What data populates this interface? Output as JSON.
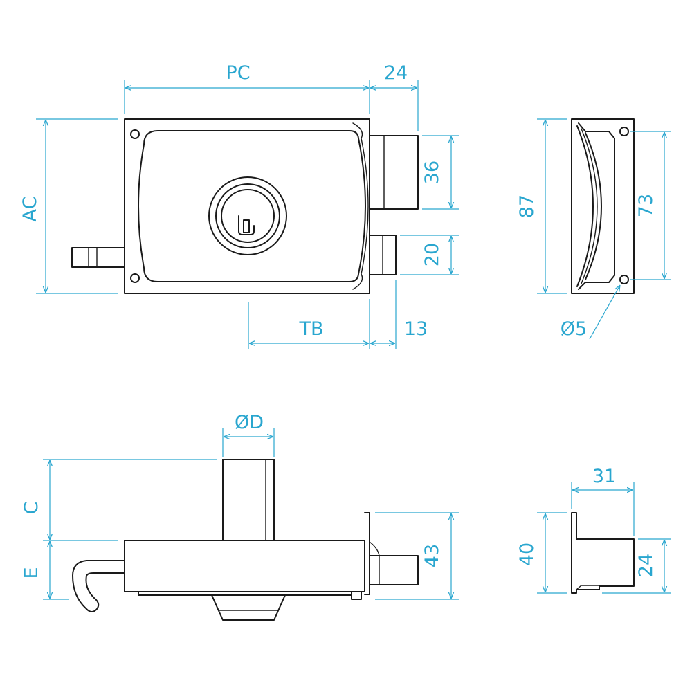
{
  "colors": {
    "outline": "#1a1a1a",
    "dimension": "#29a6cf",
    "background": "#ffffff"
  },
  "front_view": {
    "width_label": "PC",
    "bolt_projection_label": "24",
    "height_label": "AC",
    "bolt_height_label": "36",
    "latch_height_label": "20",
    "backset_label": "TB",
    "latch_projection_label": "13"
  },
  "side_view": {
    "height_label": "87",
    "hole_spacing_label": "73",
    "hole_diameter_label": "Ø5"
  },
  "top_view": {
    "cylinder_diameter_label": "ØD",
    "cylinder_length_label": "C",
    "body_offset_label": "E",
    "depth_label": "43"
  },
  "end_view": {
    "width_label": "31",
    "height_label": "40",
    "inner_height_label": "24"
  }
}
